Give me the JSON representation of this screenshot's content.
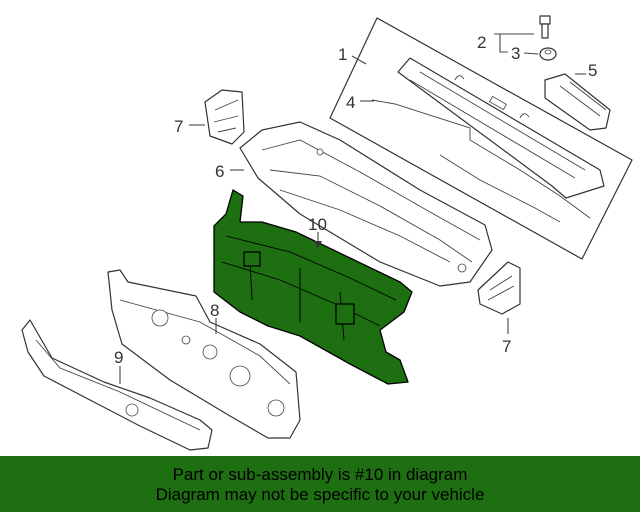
{
  "callouts": {
    "c1": "1",
    "c2": "2",
    "c3": "3",
    "c4": "4",
    "c5": "5",
    "c6": "6",
    "c7a": "7",
    "c7b": "7",
    "c8": "8",
    "c9": "9",
    "c10": "10"
  },
  "colors": {
    "highlight": "#1e6e12",
    "banner": "#1e6e12",
    "line": "#333333"
  },
  "banner": {
    "line1": "Part or sub-assembly is #10 in diagram",
    "line2": "Diagram may not be specific to your vehicle"
  }
}
